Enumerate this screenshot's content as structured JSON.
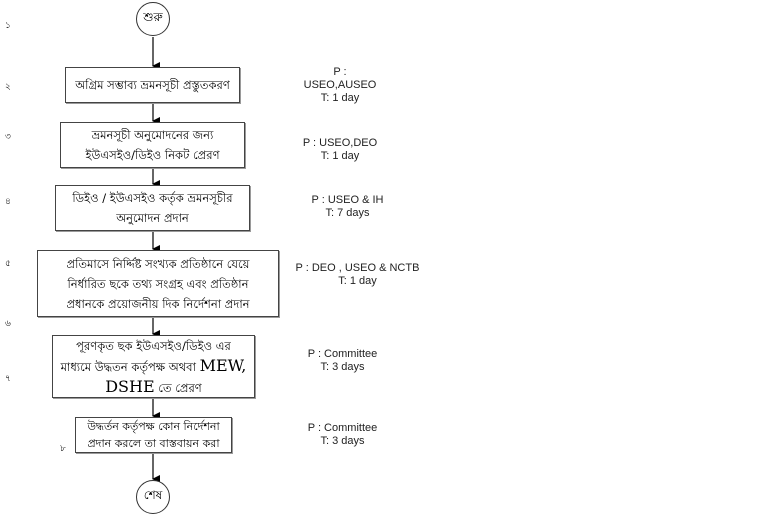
{
  "flowchart": {
    "start_label": "শুরু",
    "end_label": "শেষ",
    "step_numbers": [
      "১",
      "২",
      "৩",
      "৪",
      "৫",
      "৬",
      "৭",
      "৮"
    ],
    "steps": [
      {
        "lines": [
          "অগ্রিম সম্ভাব্য ভ্রমনসূচী প্রস্তুতকরণ"
        ],
        "note": {
          "person": "P :",
          "person2": "USEO,AUSEO",
          "time": "T: 1 day"
        }
      },
      {
        "lines": [
          "ভ্রমনসূচী অনুমোদনের জন্য",
          "ইউএসইও/ডিইও নিকট  প্রেরণ"
        ],
        "note": {
          "person": "P : USEO,DEO",
          "time": "T: 1 day"
        }
      },
      {
        "lines": [
          "ডিইও / ইউএসইও কর্তৃক ভ্রমনসূচীর",
          "অনুমোদন প্রদান"
        ],
        "note": {
          "person": "P : USEO & IH",
          "time": "T: 7 days"
        }
      },
      {
        "lines": [
          "প্রতিমাসে নির্দ্দিষ্ট সংখ্যক প্রতিষ্ঠানে যেয়ে",
          "নির্ধারিত ছকে তথ্য সংগ্রহ এবং প্রতিষ্ঠান",
          "প্রধানকে প্রয়োজনীয় দিক নির্দেশনা প্রদান"
        ],
        "note": {
          "person": "P : DEO , USEO & NCTB",
          "time": "T: 1 day"
        }
      },
      {
        "lines": [
          "পূরণকৃত ছক ইউএসইও/ডিইও  এর",
          "মাধ্যমে উদ্ধতন কর্তৃপক্ষ অথবা",
          "তে প্রেরণ"
        ],
        "latin": [
          "MEW,",
          "DSHE"
        ],
        "note": {
          "person": "P : Committee",
          "time": "T: 3 days"
        }
      },
      {
        "lines": [
          "উদ্ধর্তন কর্তৃপক্ষ কোন নির্দেশনা",
          "প্রদান করলে তা বাস্তবায়ন করা"
        ],
        "note": {
          "person": "P : Committee",
          "time": "T: 3 days"
        }
      }
    ]
  }
}
